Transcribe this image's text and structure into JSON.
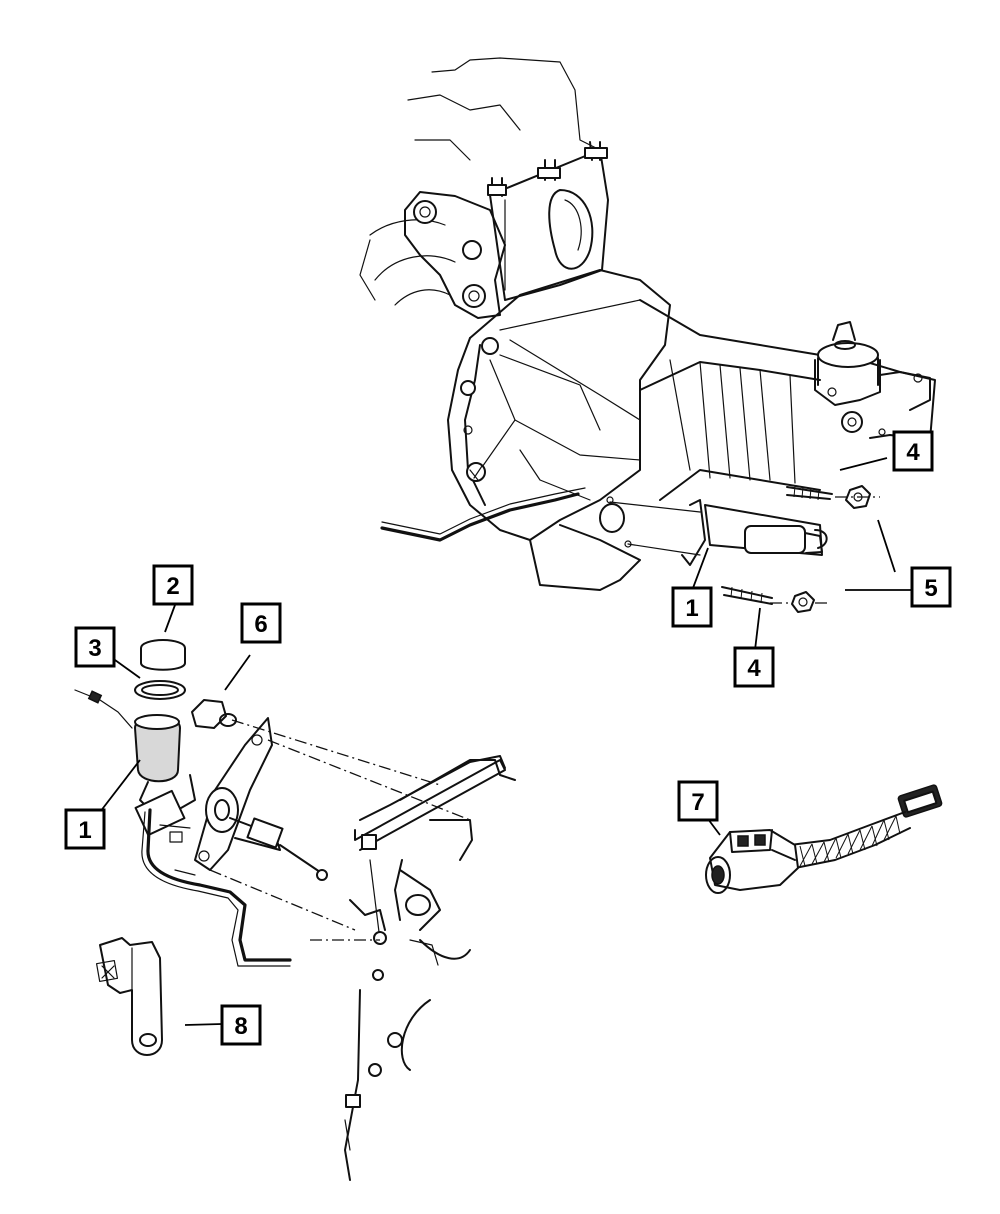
{
  "callouts": [
    {
      "id": "c1a",
      "label": "1"
    },
    {
      "id": "c1b",
      "label": "1"
    },
    {
      "id": "c2",
      "label": "2"
    },
    {
      "id": "c3",
      "label": "3"
    },
    {
      "id": "c4a",
      "label": "4"
    },
    {
      "id": "c4b",
      "label": "4"
    },
    {
      "id": "c5",
      "label": "5"
    },
    {
      "id": "c6",
      "label": "6"
    },
    {
      "id": "c7",
      "label": "7"
    },
    {
      "id": "c8",
      "label": "8"
    }
  ]
}
